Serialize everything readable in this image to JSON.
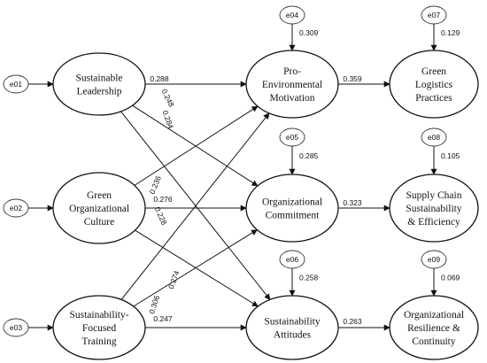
{
  "diagram": {
    "nodes": [
      {
        "id": "sl",
        "lines": [
          "Sustainable",
          "Leadership"
        ]
      },
      {
        "id": "goc",
        "lines": [
          "Green",
          "Organizational",
          "Culture"
        ]
      },
      {
        "id": "sft",
        "lines": [
          "Sustainability-",
          "Focused",
          "Training"
        ]
      },
      {
        "id": "pem",
        "lines": [
          "Pro-",
          "Environmental",
          "Motivation"
        ]
      },
      {
        "id": "oc",
        "lines": [
          "Organizational",
          "Commitment"
        ]
      },
      {
        "id": "sa",
        "lines": [
          "Sustainability",
          "Attitudes"
        ]
      },
      {
        "id": "glp",
        "lines": [
          "Green",
          "Logistics",
          "Practices"
        ]
      },
      {
        "id": "scse",
        "lines": [
          "Supply Chain",
          "Sustainability",
          "& Efficiency"
        ]
      },
      {
        "id": "orc",
        "lines": [
          "Organizational",
          "Resilience &",
          "Continuity"
        ]
      }
    ],
    "errors": [
      {
        "id": "e01",
        "label": "e01",
        "target": "sl",
        "dir": "right"
      },
      {
        "id": "e02",
        "label": "e02",
        "target": "goc",
        "dir": "right"
      },
      {
        "id": "e03",
        "label": "e03",
        "target": "sft",
        "dir": "right"
      },
      {
        "id": "e04",
        "label": "e04",
        "target": "pem",
        "dir": "down",
        "value": "0.309"
      },
      {
        "id": "e05",
        "label": "e05",
        "target": "oc",
        "dir": "down",
        "value": "0.285"
      },
      {
        "id": "e06",
        "label": "e06",
        "target": "sa",
        "dir": "down",
        "value": "0.258"
      },
      {
        "id": "e07",
        "label": "e07",
        "target": "glp",
        "dir": "down",
        "value": "0.129"
      },
      {
        "id": "e08",
        "label": "e08",
        "target": "scse",
        "dir": "down",
        "value": "0.105"
      },
      {
        "id": "e09",
        "label": "e09",
        "target": "orc",
        "dir": "down",
        "value": "0.069"
      }
    ],
    "paths": [
      {
        "from": "sl",
        "to": "pem",
        "value": "0.288"
      },
      {
        "from": "sl",
        "to": "oc",
        "value": "0.248"
      },
      {
        "from": "sl",
        "to": "sa",
        "value": "0.284"
      },
      {
        "from": "goc",
        "to": "pem",
        "value": "0.236"
      },
      {
        "from": "goc",
        "to": "oc",
        "value": "0.276"
      },
      {
        "from": "goc",
        "to": "sa",
        "value": "0.228"
      },
      {
        "from": "sft",
        "to": "pem",
        "value": "0.306"
      },
      {
        "from": "sft",
        "to": "oc",
        "value": "0.274"
      },
      {
        "from": "sft",
        "to": "sa",
        "value": "0.247"
      },
      {
        "from": "pem",
        "to": "glp",
        "value": "0.359"
      },
      {
        "from": "oc",
        "to": "scse",
        "value": "0.323"
      },
      {
        "from": "sa",
        "to": "orc",
        "value": "0.263"
      }
    ]
  }
}
